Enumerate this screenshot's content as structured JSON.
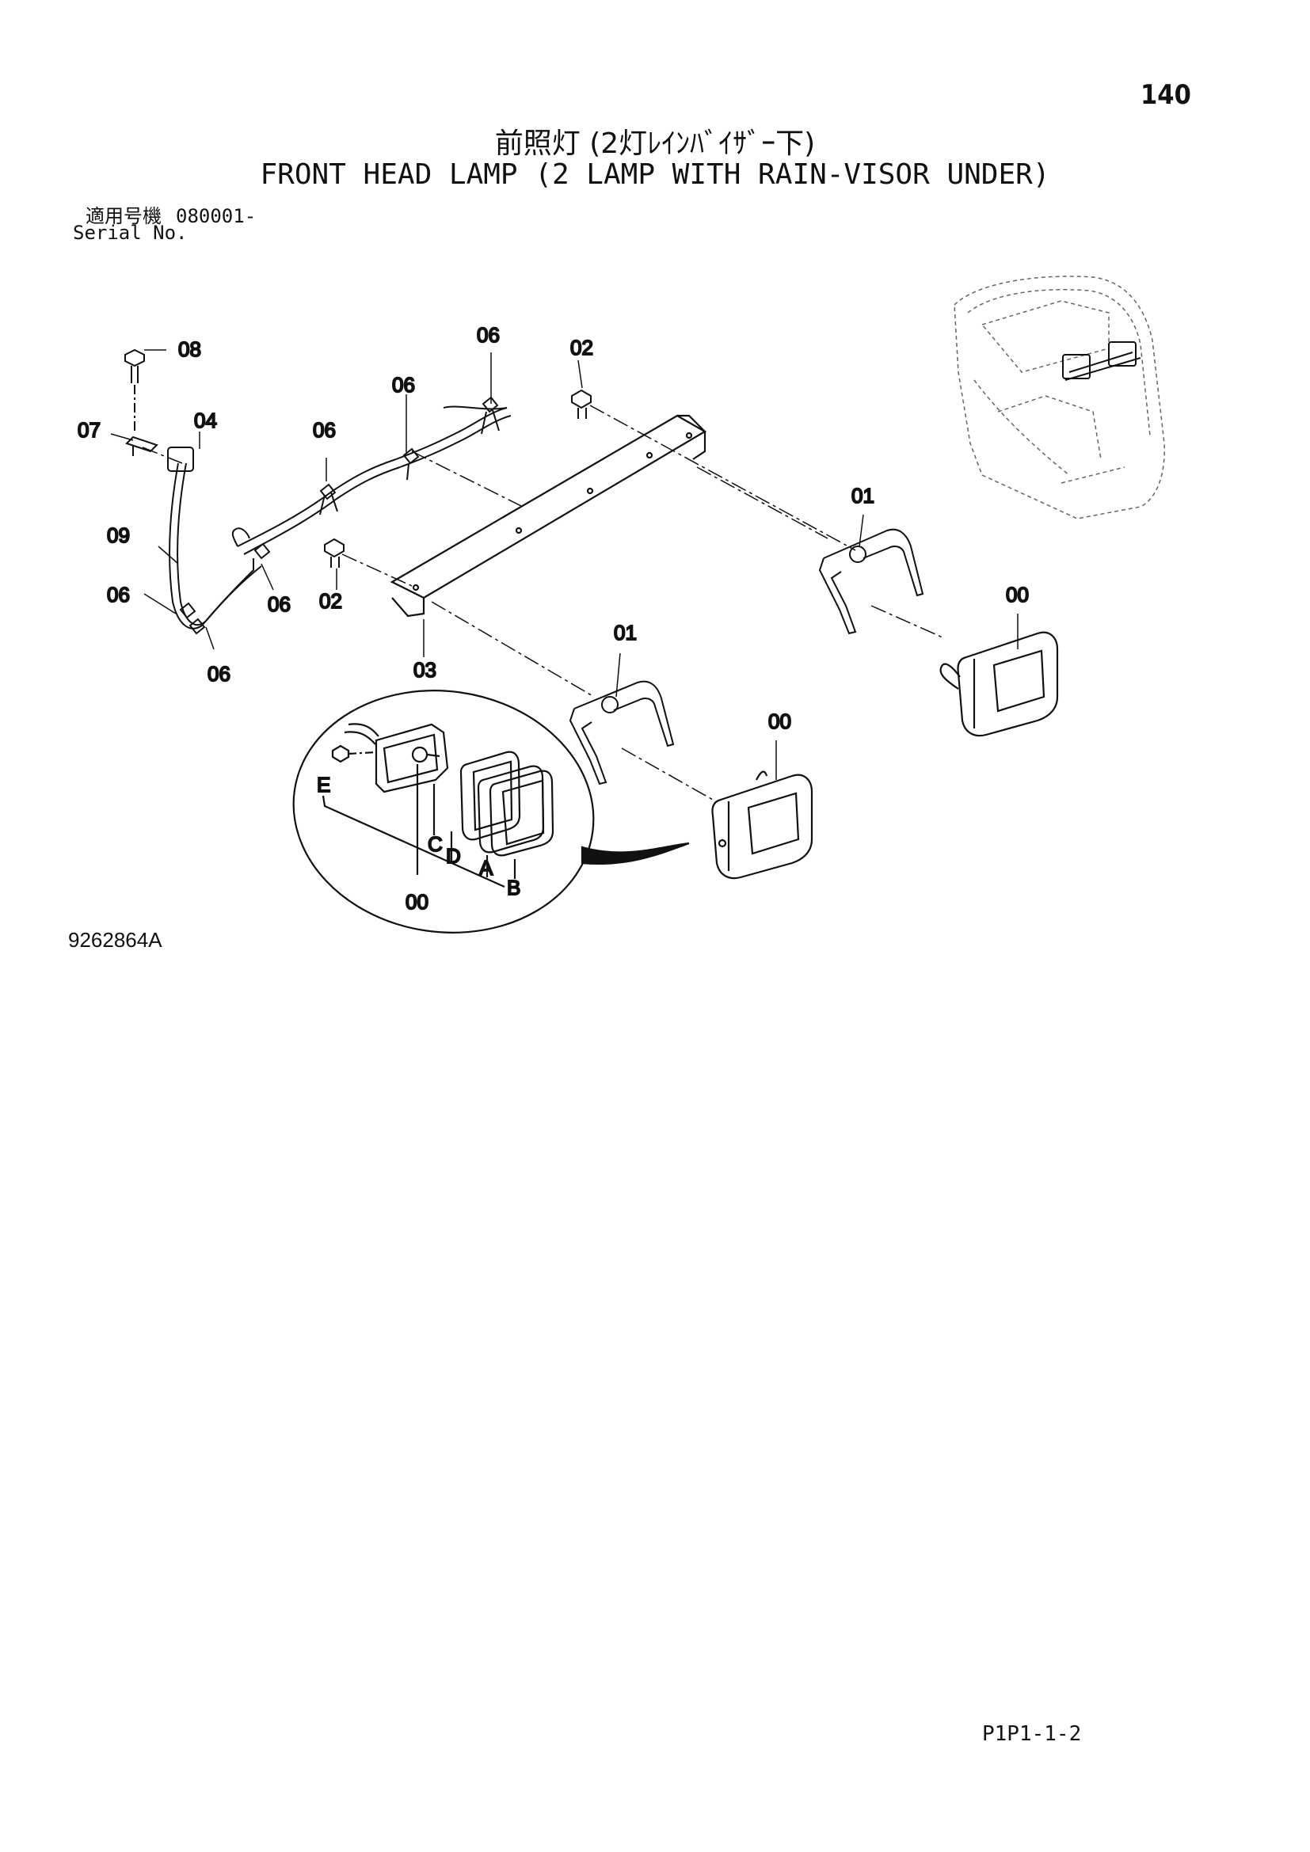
{
  "header": {
    "page_number": "140",
    "title_jp": "前照灯 (2灯ﾚｲﾝﾊﾞｲｻﾞｰ下)",
    "title_en": "FRONT HEAD LAMP (2 LAMP WITH RAIN-VISOR UNDER)",
    "serial_label_jp": "適用号機",
    "serial_value": "080001-",
    "serial_label_en": "Serial No."
  },
  "callouts": {
    "c08": "08",
    "c04": "04",
    "c07": "07",
    "c09": "09",
    "c06_a": "06",
    "c06_b": "06",
    "c06_c": "06",
    "c06_d": "06",
    "c06_e": "06",
    "c06_f": "06",
    "c02_top": "02",
    "c02_mid": "02",
    "c03": "03",
    "c01_right": "01",
    "c01_left": "01",
    "c00_right": "00",
    "c00_left": "00",
    "c00_detail": "00",
    "cA": "A",
    "cB": "B",
    "cC": "C",
    "cD": "D",
    "cE": "E"
  },
  "footer": {
    "drawing_number": "9262864A",
    "page_code": "P1P1-1-2"
  }
}
